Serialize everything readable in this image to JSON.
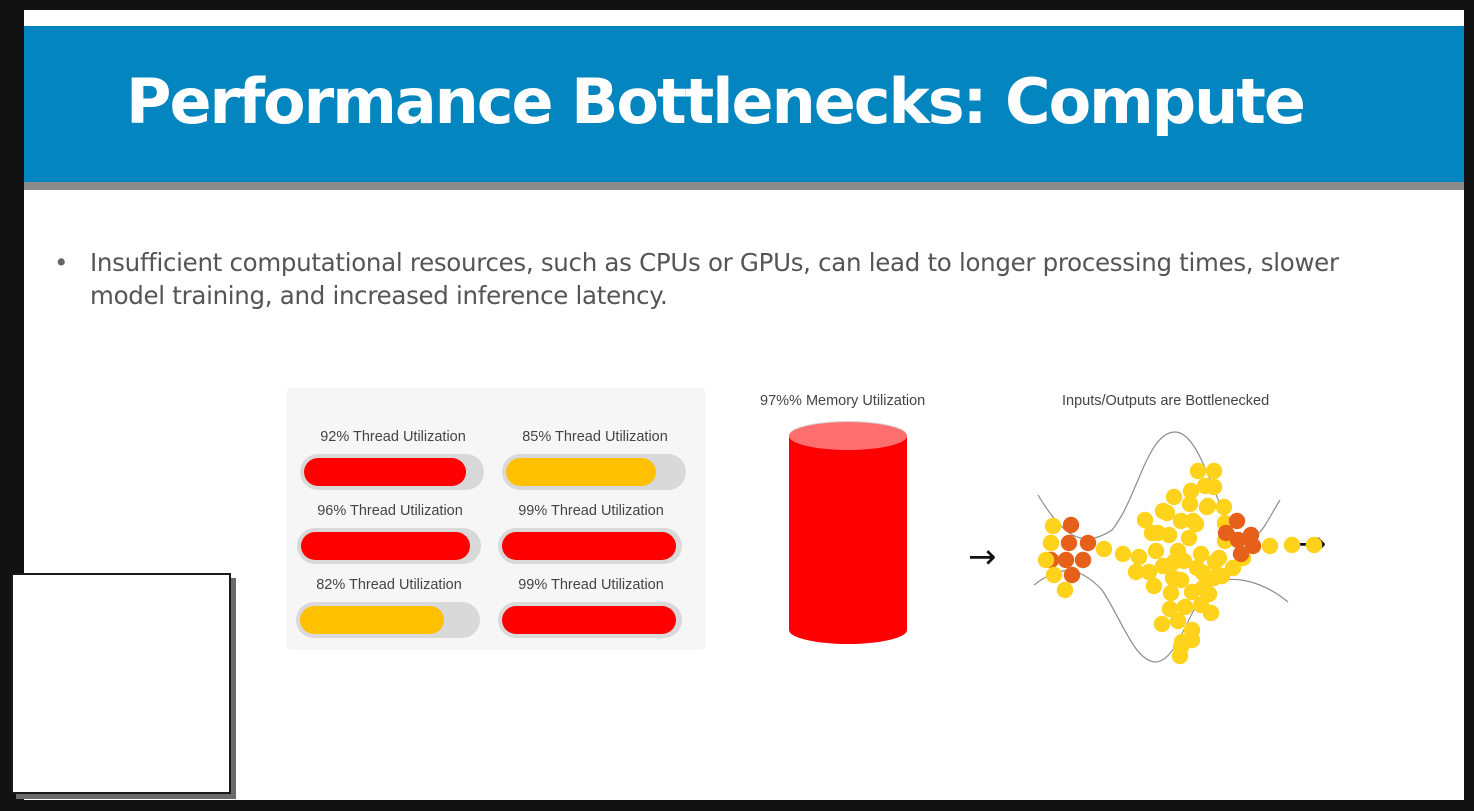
{
  "slide": {
    "title": "Performance Bottlenecks: Compute",
    "bullet_marker": "•",
    "bullet_text": "Insufficient computational resources, such as CPUs or GPUs, can lead to longer processing times, slower model training, and increased inference latency."
  },
  "threads": [
    {
      "label": "92% Thread Utilization",
      "utilization": 0.92,
      "color": "#ff0000"
    },
    {
      "label": "85% Thread Utilization",
      "utilization": 0.85,
      "color": "#ffc000"
    },
    {
      "label": "96% Thread Utilization",
      "utilization": 0.96,
      "color": "#ff0000"
    },
    {
      "label": "99% Thread Utilization",
      "utilization": 0.99,
      "color": "#ff0000"
    },
    {
      "label": "82% Thread Utilization",
      "utilization": 0.82,
      "color": "#ffc000"
    },
    {
      "label": "99% Thread Utilization",
      "utilization": 0.99,
      "color": "#ff0000"
    }
  ],
  "memory": {
    "label": "97%% Memory Utilization",
    "utilization": 0.97,
    "color": "#ff0000"
  },
  "io": {
    "label": "Inputs/Outputs are Bottlenecked",
    "input_arrow": "→",
    "output_arrow": "→",
    "colors": {
      "normal": "#ffd21c",
      "congested": "#e6601a"
    }
  },
  "colors": {
    "header": "#0386c0",
    "header_rule": "#8a8a8a",
    "alert_red": "#ff0000",
    "warning_amber": "#ffc000"
  }
}
